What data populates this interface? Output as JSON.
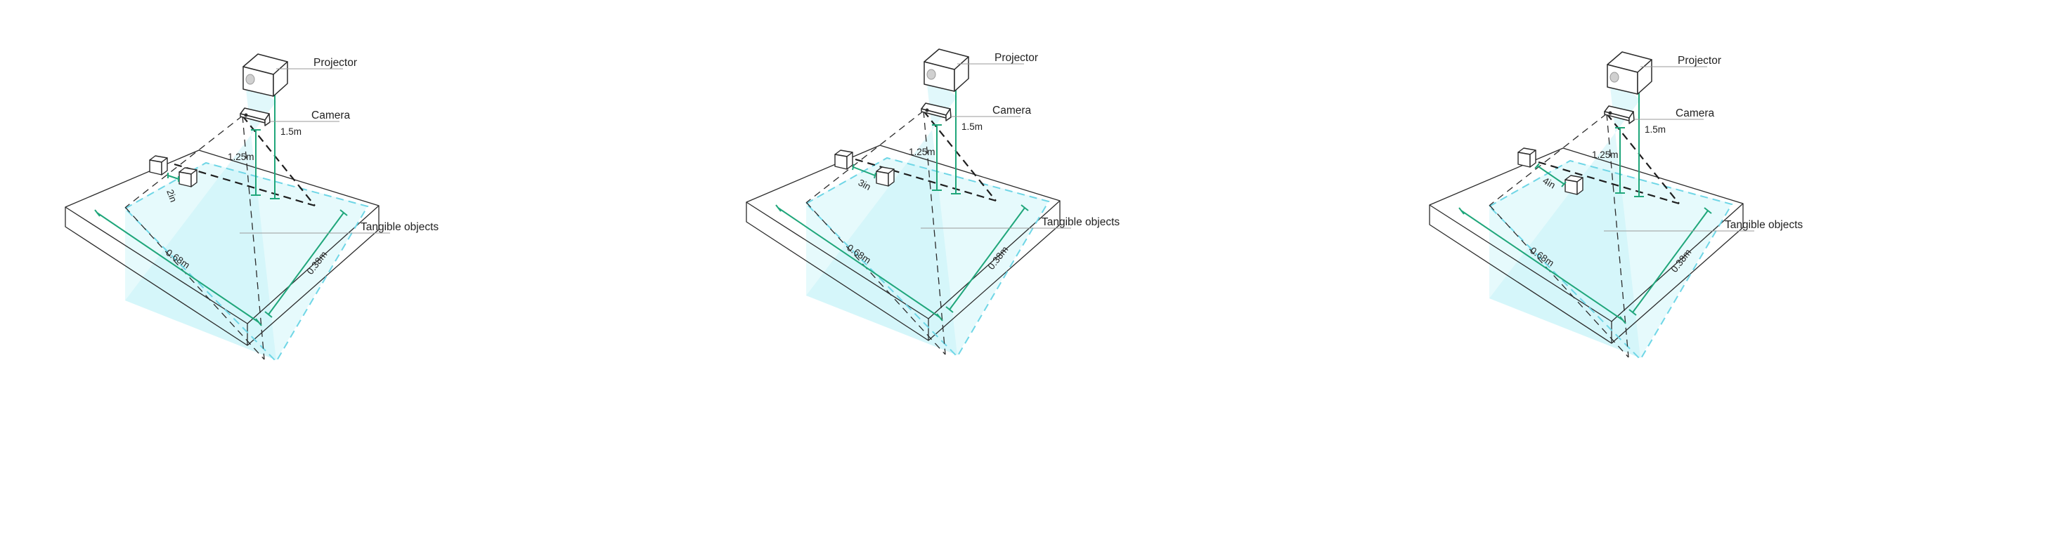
{
  "colors": {
    "line": "#2b2b2b",
    "accent_green": "#1fa67a",
    "beam_fill": "#c8f3f8",
    "dashed_cyan": "#6fd6e6",
    "table_fill": "#ffffff"
  },
  "panels": [
    {
      "projector_label": "Projector",
      "camera_label": "Camera",
      "objects_label": "Tangible objects",
      "projector_height": "1.5m",
      "camera_height": "1.25m",
      "width_label": "0.68m",
      "depth_label": "0.38m",
      "object_spacing": "2in"
    },
    {
      "projector_label": "Projector",
      "camera_label": "Camera",
      "objects_label": "Tangible objects",
      "projector_height": "1.5m",
      "camera_height": "1.25m",
      "width_label": "0.68m",
      "depth_label": "0.38m",
      "object_spacing": "3in"
    },
    {
      "projector_label": "Projector",
      "camera_label": "Camera",
      "objects_label": "Tangible objects",
      "projector_height": "1.5m",
      "camera_height": "1.25m",
      "width_label": "0.68m",
      "depth_label": "0.38m",
      "object_spacing": "4in"
    }
  ]
}
